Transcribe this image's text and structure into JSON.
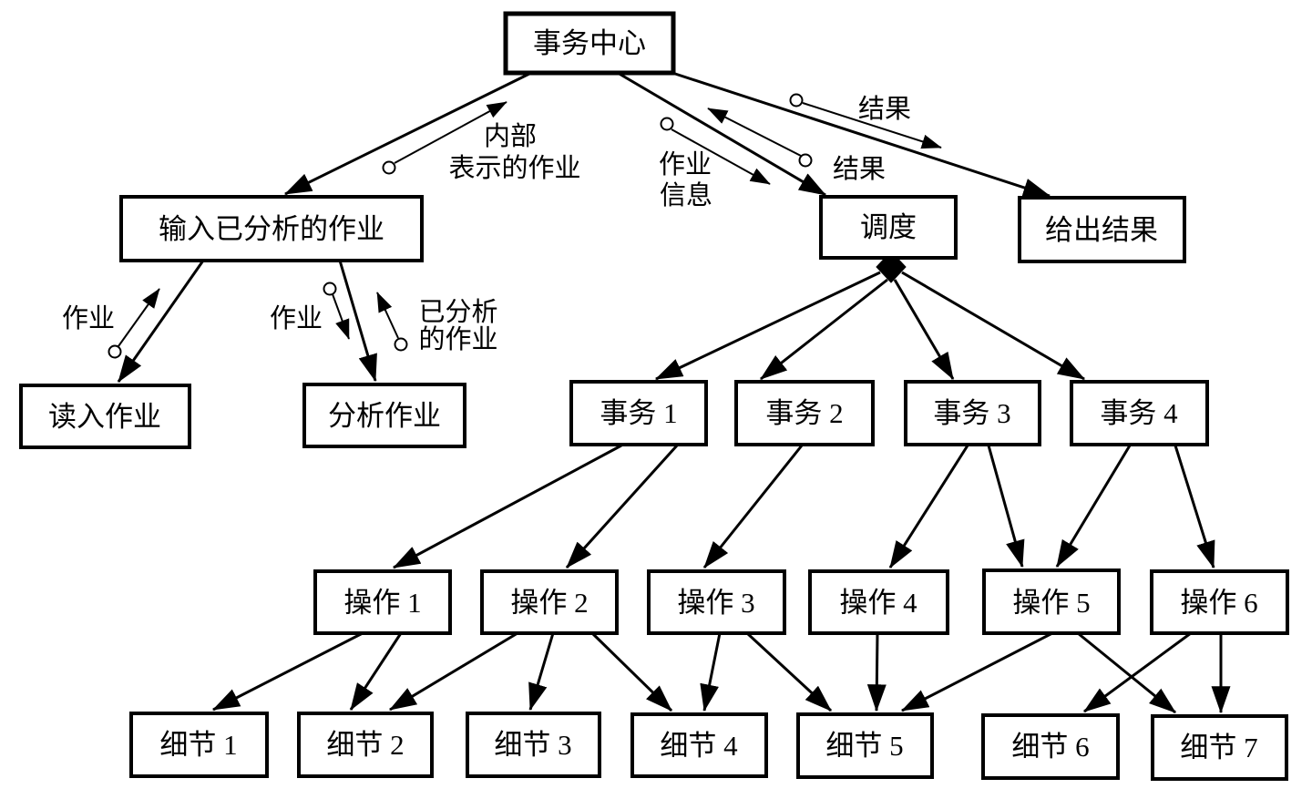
{
  "diagram": {
    "kind": "transaction-analysis structure chart",
    "colors": {
      "background": "#ffffff",
      "line": "#000000",
      "box_fill": "#ffffff"
    },
    "nodes": {
      "center": {
        "label": "事务中心"
      },
      "input": {
        "label": "输入已分析的作业"
      },
      "dispatch": {
        "label": "调度"
      },
      "output": {
        "label": "给出结果"
      },
      "read": {
        "label": "读入作业"
      },
      "analyze": {
        "label": "分析作业"
      },
      "t1": {
        "label": "事务 1"
      },
      "t2": {
        "label": "事务 2"
      },
      "t3": {
        "label": "事务 3"
      },
      "t4": {
        "label": "事务 4"
      },
      "o1": {
        "label": "操作 1"
      },
      "o2": {
        "label": "操作 2"
      },
      "o3": {
        "label": "操作 3"
      },
      "o4": {
        "label": "操作 4"
      },
      "o5": {
        "label": "操作 5"
      },
      "o6": {
        "label": "操作 6"
      },
      "d1": {
        "label": "细节 1"
      },
      "d2": {
        "label": "细节 2"
      },
      "d3": {
        "label": "细节 3"
      },
      "d4": {
        "label": "细节 4"
      },
      "d5": {
        "label": "细节 5"
      },
      "d6": {
        "label": "细节 6"
      },
      "d7": {
        "label": "细节 7"
      }
    },
    "flows": {
      "internal_job": {
        "line1": "内部",
        "line2": "表示的作业",
        "from": "输入已分析的作业",
        "to": "事务中心"
      },
      "job_info": {
        "line1": "作业",
        "line2": "信息",
        "from": "事务中心",
        "to": "调度"
      },
      "result_up": {
        "label": "结果",
        "from": "调度",
        "to": "事务中心"
      },
      "result_down": {
        "label": "结果",
        "from": "事务中心",
        "to": "给出结果"
      },
      "job_read": {
        "label": "作业",
        "from": "读入作业",
        "to": "输入已分析的作业"
      },
      "job_analyze": {
        "label": "作业",
        "from": "输入已分析的作业",
        "to": "分析作业"
      },
      "analyzed_job": {
        "line1": "已分析",
        "line2": "的作业",
        "from": "分析作业",
        "to": "输入已分析的作业"
      }
    },
    "calls": [
      {
        "from": "事务中心",
        "to": "输入已分析的作业"
      },
      {
        "from": "事务中心",
        "to": "调度"
      },
      {
        "from": "事务中心",
        "to": "给出结果"
      },
      {
        "from": "输入已分析的作业",
        "to": "读入作业"
      },
      {
        "from": "输入已分析的作业",
        "to": "分析作业"
      },
      {
        "from": "调度",
        "to": "事务 1"
      },
      {
        "from": "调度",
        "to": "事务 2"
      },
      {
        "from": "调度",
        "to": "事务 3"
      },
      {
        "from": "调度",
        "to": "事务 4"
      },
      {
        "from": "事务 1",
        "to": "操作 1"
      },
      {
        "from": "事务 1",
        "to": "操作 2"
      },
      {
        "from": "事务 2",
        "to": "操作 3"
      },
      {
        "from": "事务 3",
        "to": "操作 4"
      },
      {
        "from": "事务 3",
        "to": "操作 5"
      },
      {
        "from": "事务 4",
        "to": "操作 5"
      },
      {
        "from": "事务 4",
        "to": "操作 6"
      },
      {
        "from": "操作 1",
        "to": "细节 1"
      },
      {
        "from": "操作 1",
        "to": "细节 2"
      },
      {
        "from": "操作 2",
        "to": "细节 2"
      },
      {
        "from": "操作 2",
        "to": "细节 3"
      },
      {
        "from": "操作 2",
        "to": "细节 4"
      },
      {
        "from": "操作 3",
        "to": "细节 4"
      },
      {
        "from": "操作 3",
        "to": "细节 5"
      },
      {
        "from": "操作 4",
        "to": "细节 5"
      },
      {
        "from": "操作 5",
        "to": "细节 5"
      },
      {
        "from": "操作 5",
        "to": "细节 7"
      },
      {
        "from": "操作 6",
        "to": "细节 6"
      },
      {
        "from": "操作 6",
        "to": "细节 7"
      }
    ]
  }
}
